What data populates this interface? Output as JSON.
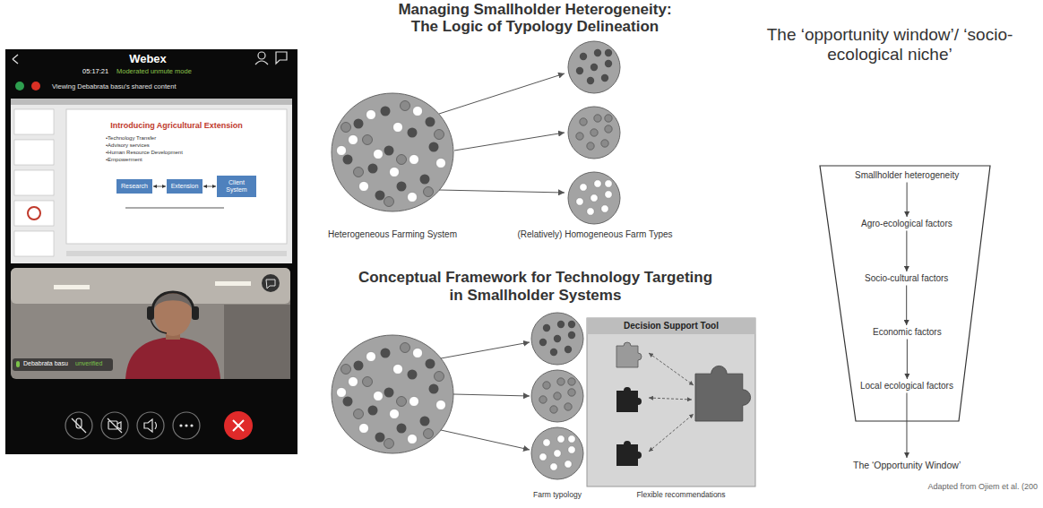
{
  "diagram": {
    "nodes": [
      {
        "text": [
          "Research"
        ]
      },
      {
        "text": [
          "Extension"
        ]
      },
      {
        "text": [
          "Client System"
        ]
      },
      {
        "text": [
          "Decision Support Tool"
        ]
      },
      {
        "text": [
          "Smallholder heterogeneity"
        ]
      },
      {
        "text": [
          "Agro-ecological factors"
        ]
      },
      {
        "text": [
          "Socio-cultural factors"
        ]
      },
      {
        "text": [
          "Economic factors"
        ]
      },
      {
        "text": [
          "Local ecological factors"
        ]
      },
      {
        "text": [
          "The ‘Opportunity Window’"
        ]
      }
    ],
    "edges": [
      {
        "from": 0,
        "to": 1,
        "arrow": "both"
      },
      {
        "from": 1,
        "to": 2,
        "arrow": "both"
      },
      {
        "from": 4,
        "to": 5,
        "arrow": "to"
      },
      {
        "from": 5,
        "to": 6,
        "arrow": "to"
      },
      {
        "from": 6,
        "to": 7,
        "arrow": "to"
      },
      {
        "from": 7,
        "to": 8,
        "arrow": "to"
      },
      {
        "from": 8,
        "to": 9,
        "arrow": "to"
      }
    ],
    "labels": [
      "Webex",
      "05:17:21",
      "Moderated unmute mode",
      "Viewing Debabrata basu's shared content",
      "Introducing Agricultural Extension",
      "•Technology Transfer",
      "•Advisory services",
      "•Human Resource Development",
      "•Empowerment",
      "Debabrata basu",
      "unverified",
      "Managing Smallholder Heterogeneity: The Logic of Typology Delineation",
      "Heterogeneous Farming System",
      "(Relatively) Homogeneous Farm Types",
      "Conceptual Framework for Technology Targeting in Smallholder Systems",
      "Farm typology",
      "Flexible recommendations",
      "The ‘opportunity window’/ ‘socio-ecological niche’",
      "Adapted from Ojiem et al. (200"
    ]
  }
}
